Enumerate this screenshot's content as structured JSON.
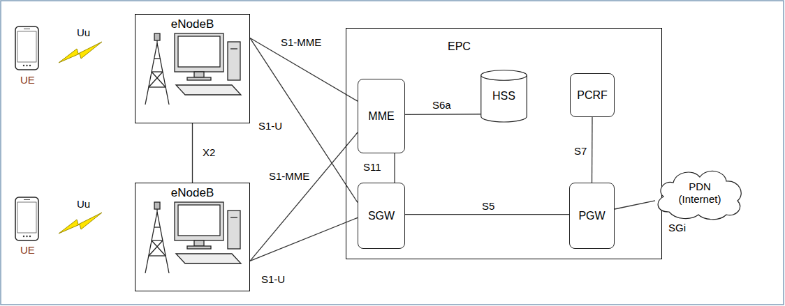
{
  "diagram": {
    "nodes": [
      {
        "text": [
          "eNodeB"
        ]
      },
      {
        "text": [
          "eNodeB"
        ]
      },
      {
        "text": [
          "EPC"
        ]
      },
      {
        "text": [
          "MME"
        ],
        "in": 2
      },
      {
        "text": [
          "HSS"
        ],
        "in": 2
      },
      {
        "text": [
          "PCRF"
        ],
        "in": 2
      },
      {
        "text": [
          "SGW"
        ],
        "in": 2
      },
      {
        "text": [
          "PGW"
        ],
        "in": 2
      },
      {
        "text": [
          "PDN (Internet)"
        ]
      }
    ],
    "edges": [
      {
        "from": 0,
        "to": 3,
        "label": "S1-MME",
        "arrow": "none"
      },
      {
        "from": 0,
        "to": 6,
        "label": "S1-U",
        "arrow": "none"
      },
      {
        "from": 0,
        "to": 1,
        "label": "X2",
        "arrow": "none"
      },
      {
        "from": 1,
        "to": 3,
        "label": "S1-MME",
        "arrow": "none"
      },
      {
        "from": 1,
        "to": 6,
        "label": "S1-U",
        "arrow": "none"
      },
      {
        "from": 3,
        "to": 4,
        "label": "S6a",
        "arrow": "none"
      },
      {
        "from": 3,
        "to": 6,
        "label": "S11",
        "arrow": "none"
      },
      {
        "from": 6,
        "to": 7,
        "label": "S5",
        "arrow": "none"
      },
      {
        "from": 5,
        "to": 7,
        "label": "S7",
        "arrow": "none"
      },
      {
        "from": 7,
        "to": 8,
        "label": "SGi",
        "arrow": "none"
      }
    ],
    "labels": [
      "UE",
      "Uu",
      "UE",
      "Uu"
    ]
  }
}
